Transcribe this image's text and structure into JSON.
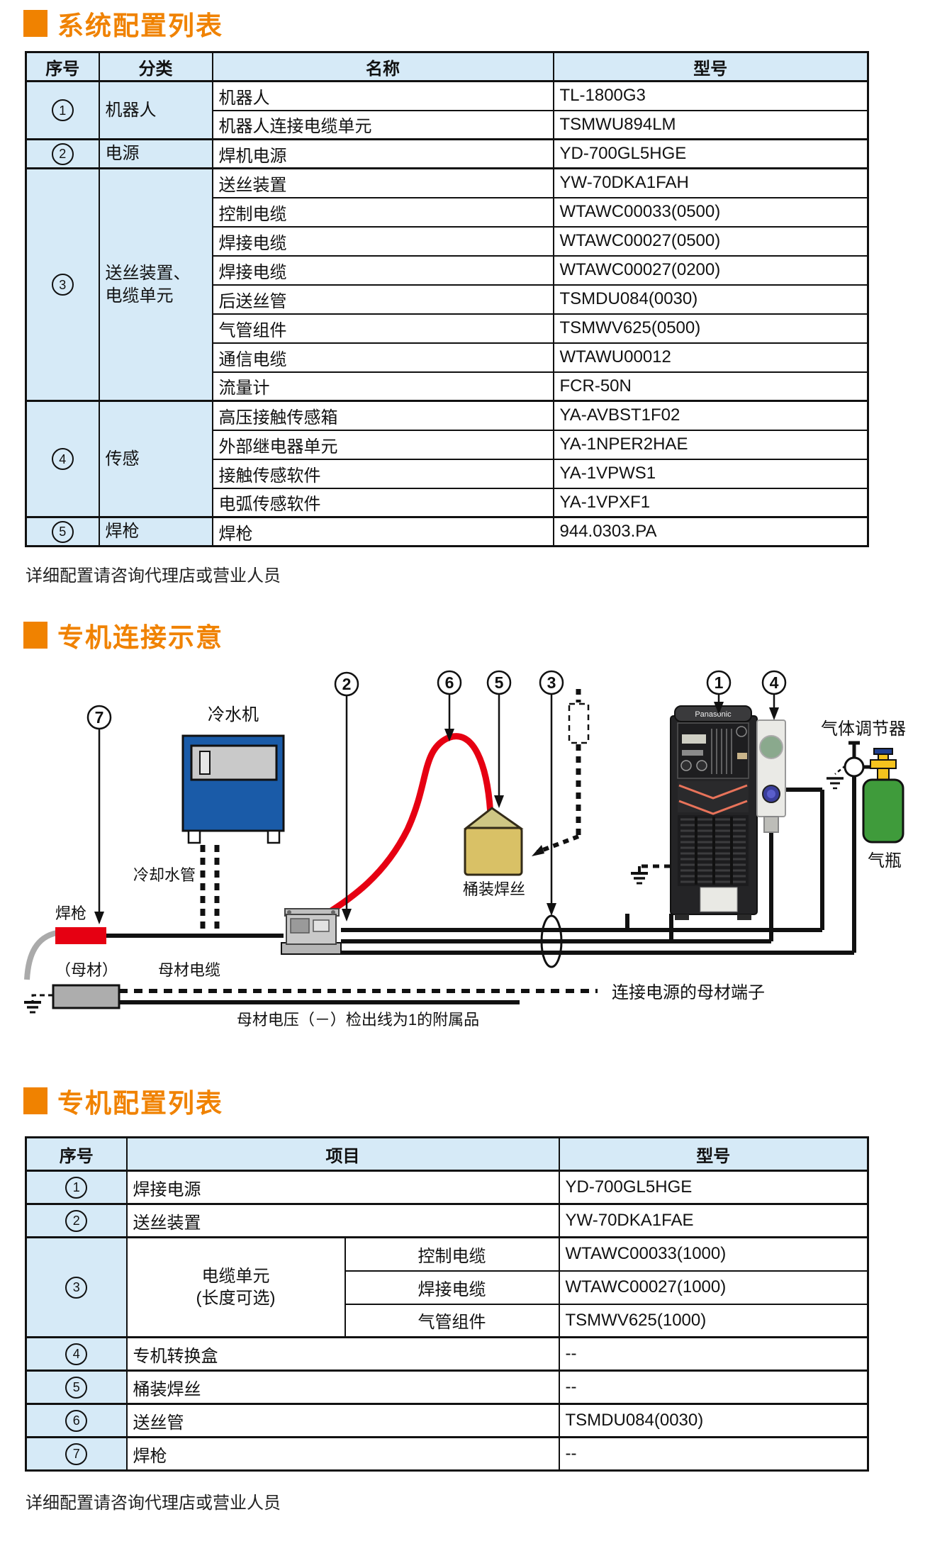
{
  "colors": {
    "accent": "#F08200",
    "table_header_bg": "#D6EAF7",
    "cable_red": "#E60012",
    "cooler_blue": "#1A5BA8",
    "barrel_yellow": "#D9C166",
    "cylinder_green": "#3F9B3B"
  },
  "section_system": {
    "title": "系统配置列表",
    "note": "详细配置请咨询代理店或营业人员",
    "table": {
      "headers": [
        "序号",
        "分类",
        "名称",
        "型号"
      ],
      "groups": [
        {
          "no": "1",
          "category": "机器人",
          "items": [
            {
              "name": "机器人",
              "model": "TL-1800G3"
            },
            {
              "name": "机器人连接电缆单元",
              "model": "TSMWU894LM"
            }
          ]
        },
        {
          "no": "2",
          "category": "电源",
          "items": [
            {
              "name": "焊机电源",
              "model": "YD-700GL5HGE"
            }
          ]
        },
        {
          "no": "3",
          "category": "送丝装置、\n电缆单元",
          "items": [
            {
              "name": "送丝装置",
              "model": "YW-70DKA1FAH"
            },
            {
              "name": "控制电缆",
              "model": "WTAWC00033(0500)"
            },
            {
              "name": "焊接电缆",
              "model": "WTAWC00027(0500)"
            },
            {
              "name": "焊接电缆",
              "model": "WTAWC00027(0200)"
            },
            {
              "name": "后送丝管",
              "model": "TSMDU084(0030)"
            },
            {
              "name": "气管组件",
              "model": "TSMWV625(0500)"
            },
            {
              "name": "通信电缆",
              "model": "WTAWU00012"
            },
            {
              "name": "流量计",
              "model": "FCR-50N"
            }
          ]
        },
        {
          "no": "4",
          "category": "传感",
          "items": [
            {
              "name": "高压接触传感箱",
              "model": "YA-AVBST1F02"
            },
            {
              "name": "外部继电器单元",
              "model": "YA-1NPER2HAE"
            },
            {
              "name": "接触传感软件",
              "model": "YA-1VPWS1"
            },
            {
              "name": "电弧传感软件",
              "model": "YA-1VPXF1"
            }
          ]
        },
        {
          "no": "5",
          "category": "焊枪",
          "items": [
            {
              "name": "焊枪",
              "model": "944.0303.PA"
            }
          ]
        }
      ]
    }
  },
  "diagram": {
    "title": "专机连接示意",
    "labels": {
      "cooler": "冷水机",
      "cooling_pipe": "冷却水管",
      "torch": "焊枪",
      "base_material": "（母材）",
      "base_cable": "母材电缆",
      "barrel": "桶装焊丝",
      "gas_regulator": "气体调节器",
      "gas_cylinder": "气瓶",
      "terminal_note": "连接电源的母材端子",
      "detect_note": "母材电压（－）检出线为1的附属品",
      "brand": "Panasonic"
    },
    "callouts": [
      {
        "label": "7"
      },
      {
        "label": "2"
      },
      {
        "label": "6"
      },
      {
        "label": "5"
      },
      {
        "label": "3"
      },
      {
        "label": "1"
      },
      {
        "label": "4"
      }
    ]
  },
  "section_special": {
    "title": "专机配置列表",
    "note": "详细配置请咨询代理店或营业人员",
    "table": {
      "headers": [
        "序号",
        "项目",
        "型号"
      ],
      "rows": [
        {
          "no": "1",
          "item": "焊接电源",
          "model": "YD-700GL5HGE"
        },
        {
          "no": "2",
          "item": "送丝装置",
          "model": "YW-70DKA1FAE"
        },
        {
          "no": "3",
          "item": "电缆单元\n(长度可选)",
          "sub": [
            {
              "name": "控制电缆",
              "model": "WTAWC00033(1000)"
            },
            {
              "name": "焊接电缆",
              "model": "WTAWC00027(1000)"
            },
            {
              "name": "气管组件",
              "model": "TSMWV625(1000)"
            }
          ]
        },
        {
          "no": "4",
          "item": "专机转换盒",
          "model": "--"
        },
        {
          "no": "5",
          "item": "桶装焊丝",
          "model": "--"
        },
        {
          "no": "6",
          "item": "送丝管",
          "model": "TSMDU084(0030)"
        },
        {
          "no": "7",
          "item": "焊枪",
          "model": "--"
        }
      ]
    }
  }
}
